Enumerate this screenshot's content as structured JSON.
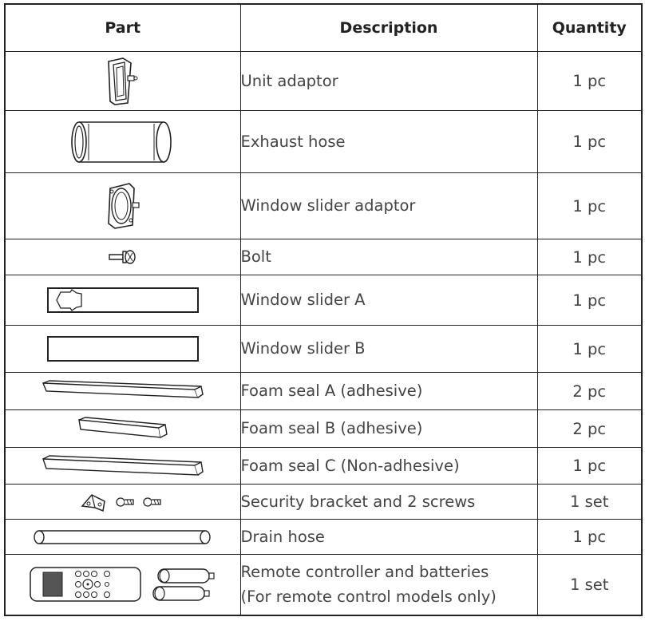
{
  "headers": {
    "part": "Part",
    "description": "Description",
    "quantity": "Quantity"
  },
  "rows": [
    {
      "icon": "unit-adaptor-icon",
      "description": "Unit adaptor",
      "quantity": "1 pc"
    },
    {
      "icon": "exhaust-hose-icon",
      "description": "Exhaust hose",
      "quantity": "1 pc"
    },
    {
      "icon": "window-slider-adaptor-icon",
      "description": "Window slider adaptor",
      "quantity": "1 pc"
    },
    {
      "icon": "bolt-icon",
      "description": "Bolt",
      "quantity": "1 pc"
    },
    {
      "icon": "window-slider-a-icon",
      "description": "Window slider A",
      "quantity": "1 pc"
    },
    {
      "icon": "window-slider-b-icon",
      "description": "Window slider B",
      "quantity": "1 pc"
    },
    {
      "icon": "foam-seal-a-icon",
      "description": "Foam seal A (adhesive)",
      "quantity": "2 pc"
    },
    {
      "icon": "foam-seal-b-icon",
      "description": "Foam seal B (adhesive)",
      "quantity": "2 pc"
    },
    {
      "icon": "foam-seal-c-icon",
      "description": "Foam seal C (Non-adhesive)",
      "quantity": "1 pc"
    },
    {
      "icon": "security-bracket-and-screws-icon",
      "description": "Security bracket and 2 screws",
      "quantity": "1 set"
    },
    {
      "icon": "drain-hose-icon",
      "description": "Drain hose",
      "quantity": "1 pc"
    },
    {
      "icon": "remote-controller-and-batteries-icon",
      "description": "Remote controller and batteries",
      "description_line2": "(For remote control models only)",
      "quantity": "1 set"
    }
  ]
}
